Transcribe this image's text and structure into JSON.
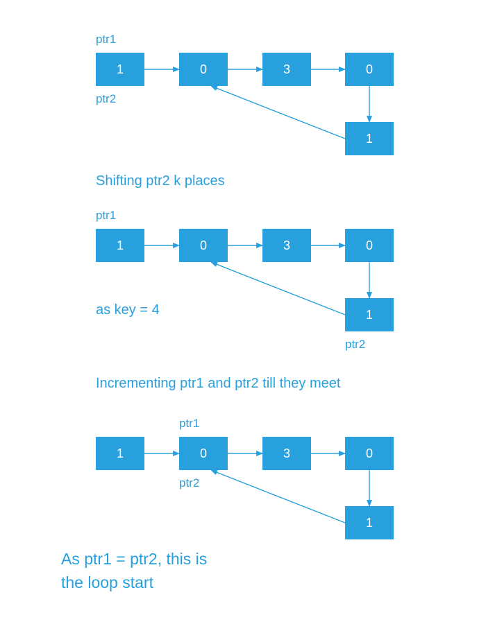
{
  "colors": {
    "accent": "#28a0dd",
    "node_text": "#ffffff",
    "background": "#ffffff"
  },
  "panels": [
    {
      "nodes": [
        "1",
        "0",
        "3",
        "0",
        "1"
      ],
      "pointers": [
        {
          "label": "ptr1",
          "node": 0,
          "side": "above"
        },
        {
          "label": "ptr2",
          "node": 0,
          "side": "below"
        }
      ]
    },
    {
      "nodes": [
        "1",
        "0",
        "3",
        "0",
        "1"
      ],
      "pointers": [
        {
          "label": "ptr1",
          "node": 0,
          "side": "above"
        },
        {
          "label": "ptr2",
          "node": 4,
          "side": "below"
        }
      ]
    },
    {
      "nodes": [
        "1",
        "0",
        "3",
        "0",
        "1"
      ],
      "pointers": [
        {
          "label": "ptr1",
          "node": 1,
          "side": "above"
        },
        {
          "label": "ptr2",
          "node": 1,
          "side": "below"
        }
      ]
    }
  ],
  "captions": {
    "shift": "Shifting ptr2  k  places",
    "key": "as key = 4",
    "increment": "Incrementing ptr1 and ptr2 till they meet",
    "conclusion_line1": "As  ptr1 = ptr2, this is",
    "conclusion_line2": "the loop start"
  }
}
